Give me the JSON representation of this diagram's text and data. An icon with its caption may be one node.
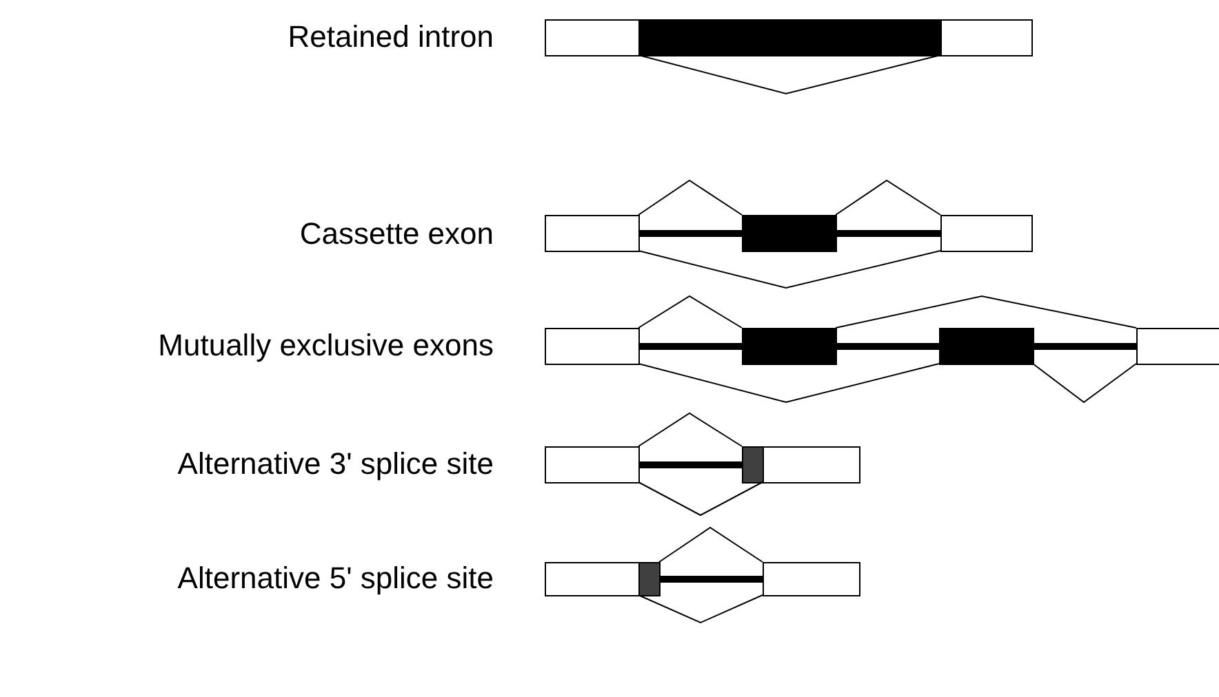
{
  "diagram": {
    "labels": [
      "Retained intron",
      "Cassette exon",
      "Mutually exclusive exons",
      "Alternative 3' splice site",
      "Alternative 5' splice site"
    ]
  }
}
